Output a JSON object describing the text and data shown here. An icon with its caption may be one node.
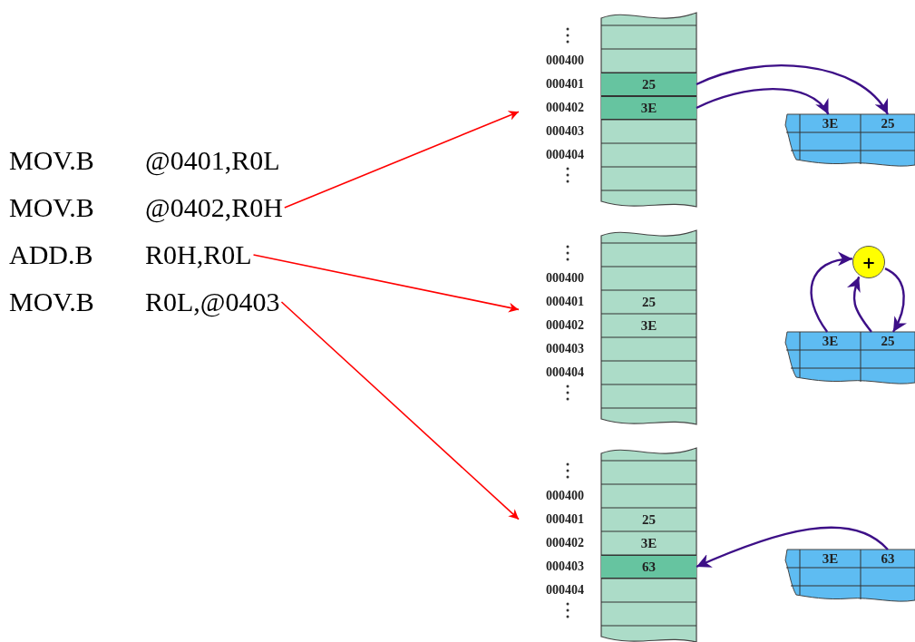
{
  "diagram": {
    "nodes": [
      {
        "text": [
          "MOV.B",
          "@0401,R0L"
        ]
      },
      {
        "text": [
          "MOV.B",
          "@0402,R0H"
        ]
      },
      {
        "text": [
          "ADD.B",
          "R0H,R0L"
        ]
      },
      {
        "text": [
          "MOV.B",
          "R0L,@0403"
        ]
      },
      {
        "text": [],
        "shape": "box"
      },
      {
        "text": [
          "25"
        ],
        "in": 4
      },
      {
        "text": [
          "3E"
        ],
        "in": 4
      },
      {
        "text": [],
        "shape": "box"
      },
      {
        "text": [
          "3E"
        ],
        "in": 7
      },
      {
        "text": [
          "25"
        ],
        "in": 7
      },
      {
        "text": [],
        "shape": "box"
      },
      {
        "text": [
          "25"
        ],
        "in": 10
      },
      {
        "text": [
          "3E"
        ],
        "in": 10
      },
      {
        "text": [
          "+"
        ]
      },
      {
        "text": [],
        "shape": "box"
      },
      {
        "text": [
          "3E"
        ],
        "in": 14
      },
      {
        "text": [
          "25"
        ],
        "in": 14
      },
      {
        "text": [],
        "shape": "box"
      },
      {
        "text": [
          "25"
        ],
        "in": 17
      },
      {
        "text": [
          "3E"
        ],
        "in": 17
      },
      {
        "text": [
          "63"
        ],
        "in": 17
      },
      {
        "text": [],
        "shape": "box"
      },
      {
        "text": [
          "3E"
        ],
        "in": 21
      },
      {
        "text": [
          "63"
        ],
        "in": 21
      }
    ],
    "edges": [
      {
        "from": 1,
        "to": 4,
        "arrow": "to",
        "color": "#ff0000"
      },
      {
        "from": 2,
        "to": 10,
        "arrow": "to",
        "color": "#ff0000"
      },
      {
        "from": 3,
        "to": 17,
        "arrow": "to",
        "color": "#ff0000"
      },
      {
        "from": 5,
        "to": 9,
        "arrow": "to"
      },
      {
        "from": 6,
        "to": 8,
        "arrow": "to"
      },
      {
        "from": 15,
        "to": 13,
        "arrow": "to"
      },
      {
        "from": 16,
        "to": 13,
        "arrow": "to"
      },
      {
        "from": 13,
        "to": 16,
        "arrow": "to"
      },
      {
        "from": 23,
        "to": 20,
        "arrow": "to"
      }
    ],
    "labels": [
      "000400",
      "000401",
      "000402",
      "000403",
      "000404",
      "000400",
      "000401",
      "000402",
      "000403",
      "000404",
      "000400",
      "000401",
      "000402",
      "000403",
      "000404"
    ]
  }
}
